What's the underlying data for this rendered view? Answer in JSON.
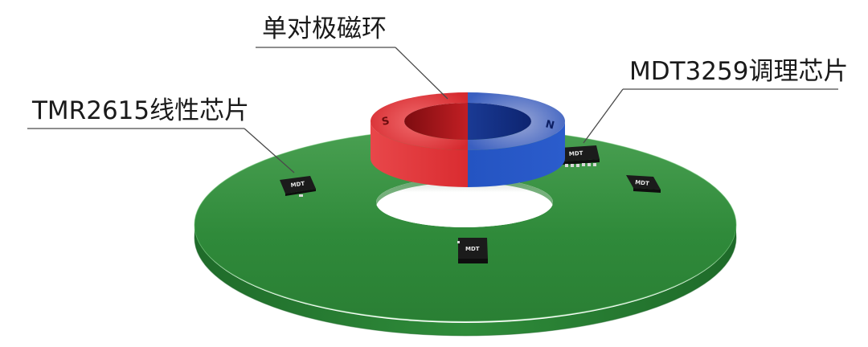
{
  "labels": {
    "magnet_ring": "单对极磁环",
    "mdt_chip": "MDT3259调理芯片",
    "tmr_chip": "TMR2615线性芯片"
  },
  "magnet": {
    "south_pole": "S",
    "north_pole": "N",
    "south_color": "#d7262b",
    "north_color": "#1f4fb5"
  },
  "chip_logo": "MDT",
  "pcb_color": "#2f8a3a"
}
